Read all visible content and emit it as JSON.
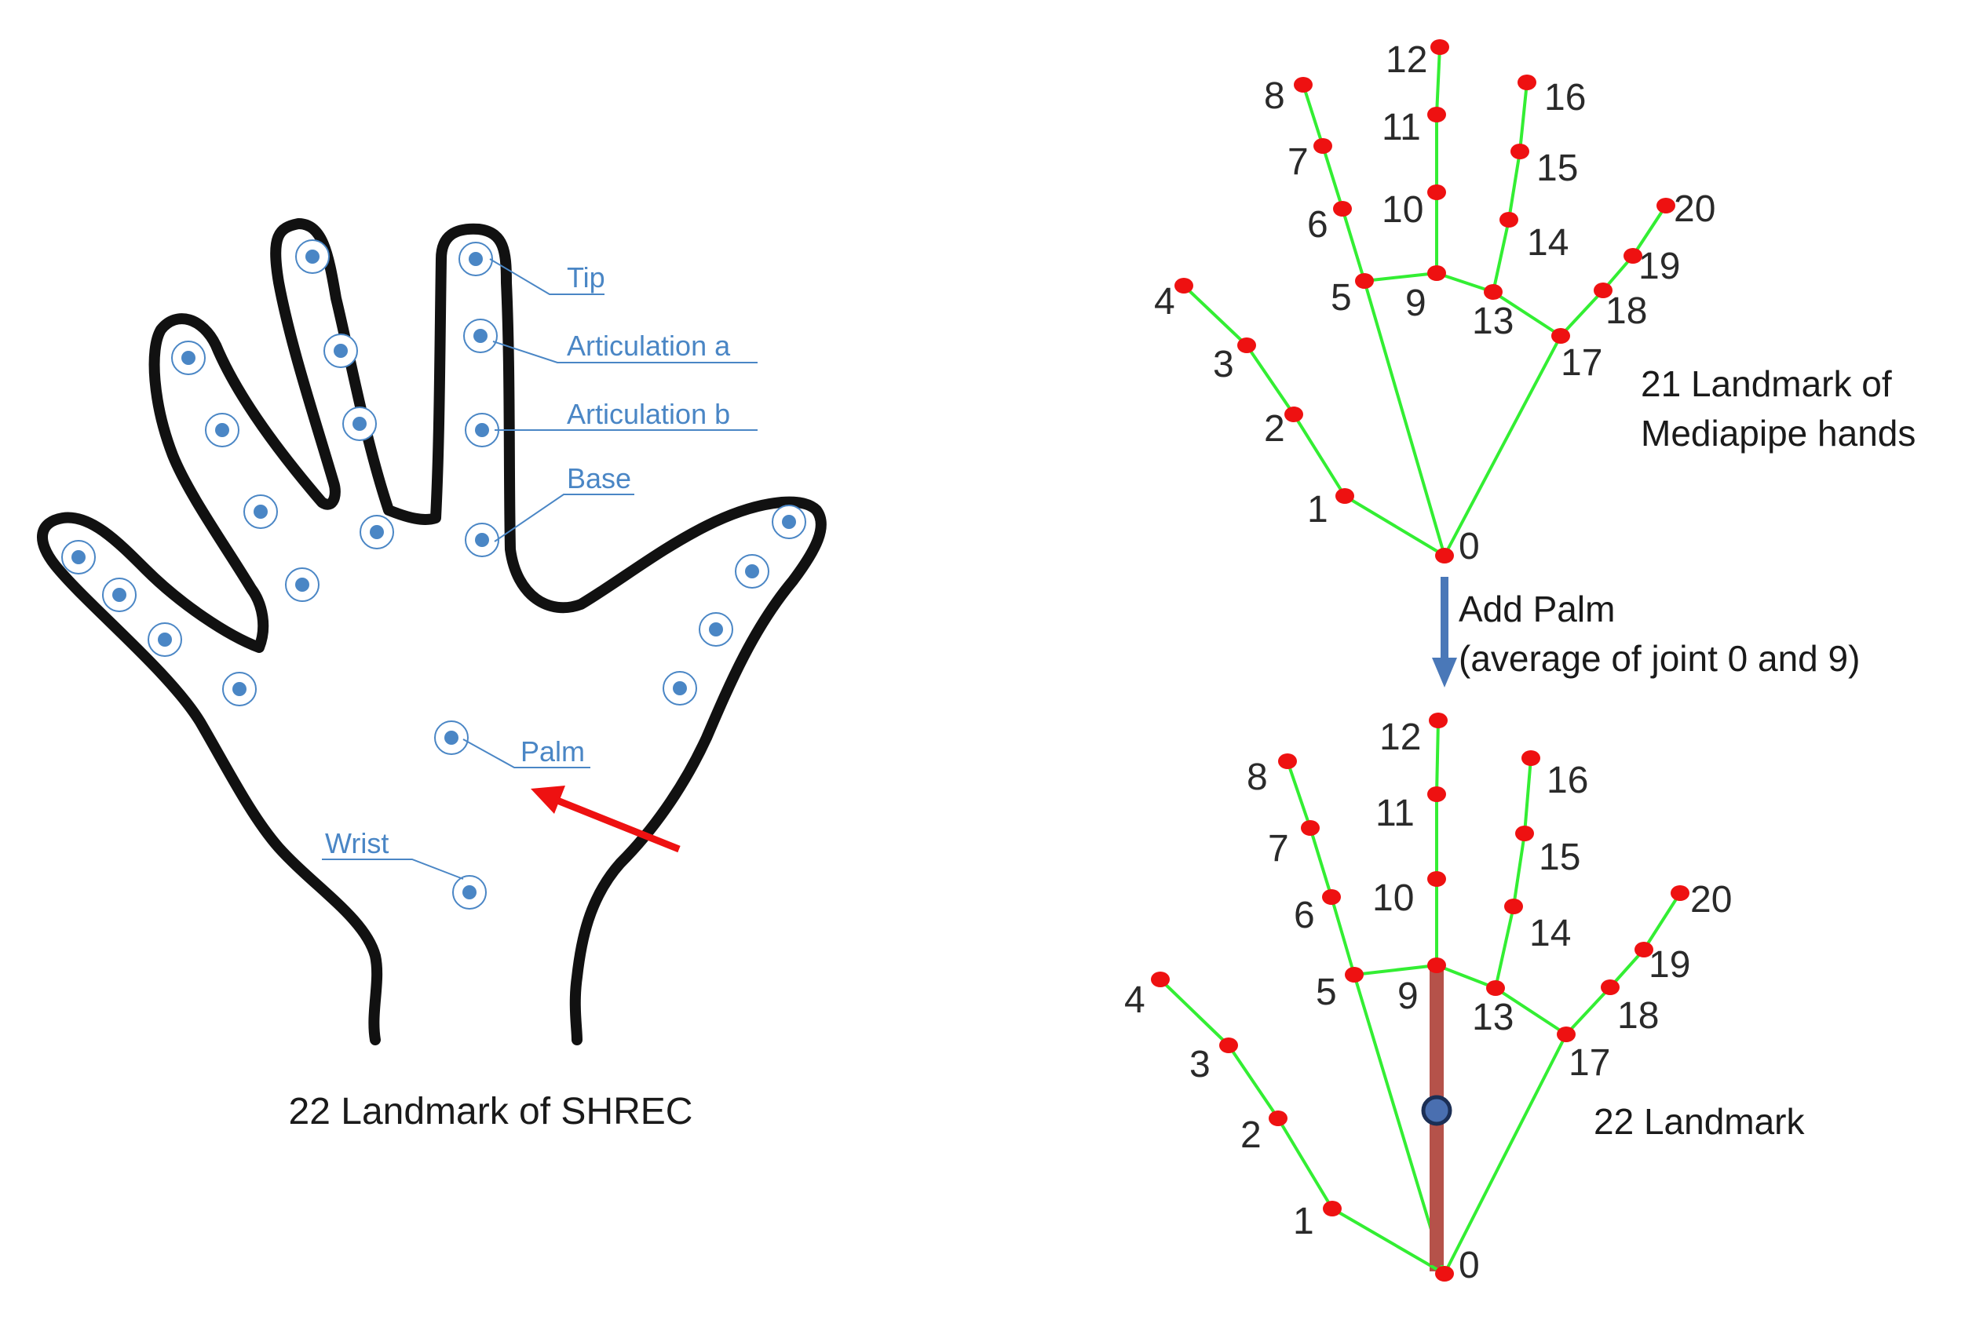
{
  "shrec": {
    "caption": "22 Landmark of SHREC",
    "labels": {
      "tip": "Tip",
      "articulation_a": "Articulation a",
      "articulation_b": "Articulation b",
      "base": "Base",
      "palm": "Palm",
      "wrist": "Wrist"
    }
  },
  "mediapipe_top": {
    "caption_line1": "21 Landmark of",
    "caption_line2": "Mediapipe hands"
  },
  "transform": {
    "line1": "Add Palm",
    "line2": "(average of joint 0 and 9)"
  },
  "mediapipe_bottom": {
    "caption": "22 Landmark"
  },
  "joint_numbers": [
    "0",
    "1",
    "2",
    "3",
    "4",
    "5",
    "6",
    "7",
    "8",
    "9",
    "10",
    "11",
    "12",
    "13",
    "14",
    "15",
    "16",
    "17",
    "18",
    "19",
    "20"
  ],
  "colors": {
    "bone": "#33ee33",
    "joint": "#ee1111",
    "landmark": "#4a86c5",
    "arrow_red": "#ee1111",
    "arrow_blue": "#4a78b8",
    "palm_bar": "#b5524a",
    "palm_dot": "#4a6fb0"
  }
}
